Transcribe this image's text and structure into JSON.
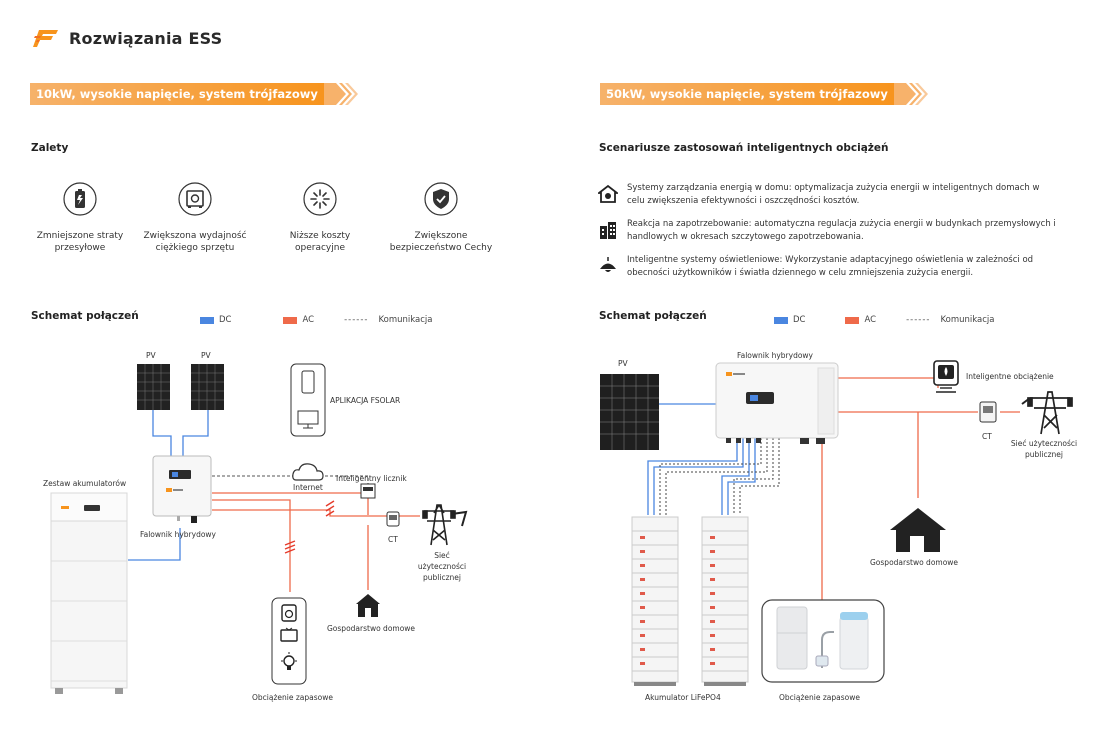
{
  "header": {
    "title": "Rozwiązania ESS",
    "logo_icon": "fsolar-logo-icon",
    "accent_color": "#f7941d"
  },
  "left": {
    "banner": "10kW, wysokie napięcie, system trójfazowy",
    "advantages_title": "Zalety",
    "advantages": [
      {
        "label": "Zmniejszone straty przesyłowe",
        "icon": "battery-icon"
      },
      {
        "label": "Zwiększona wydajność ciężkiego sprzętu",
        "icon": "safe-icon"
      },
      {
        "label": "Niższe koszty operacyjne",
        "icon": "spark-icon"
      },
      {
        "label": "Zwiększone bezpieczeństwo Cechy",
        "icon": "shield-icon"
      }
    ],
    "schema_title": "Schemat połączeń",
    "legend": {
      "dc": "DC",
      "ac": "AC",
      "comm": "Komunikacja"
    },
    "labels": {
      "pv1": "PV",
      "pv2": "PV",
      "app": "APLIKACJA FSOLAR",
      "internet": "Internet",
      "meter": "Inteligentny licznik",
      "battery": "Zestaw akumulatorów",
      "inverter": "Falownik hybrydowy",
      "ct": "CT",
      "grid": "Sieć użyteczności publicznej",
      "home": "Gospodarstwo domowe",
      "backup": "Obciążenie zapasowe"
    }
  },
  "right": {
    "banner": "50kW, wysokie napięcie, system trójfazowy",
    "scenarios_title": "Scenariusze zastosowań inteligentnych obciążeń",
    "scenarios": [
      {
        "label": "Systemy zarządzania energią w domu:  optymalizacja zużycia energii w inteligentnych domach w celu zwiększenia efektywności i oszczędności kosztów.",
        "icon": "home-energy-icon"
      },
      {
        "label": "Reakcja na zapotrzebowanie:  automatyczna regulacja zużycia energii w budynkach przemysłowych i handlowych w okresach szczytowego zapotrzebowania.",
        "icon": "building-icon"
      },
      {
        "label": "Inteligentne systemy oświetleniowe:  Wykorzystanie adaptacyjnego oświetlenia w zależności od obecności użytkowników i światła dziennego w celu zmniejszenia zużycia energii.",
        "icon": "ceiling-lamp-icon"
      }
    ],
    "schema_title": "Schemat połączeń",
    "legend": {
      "dc": "DC",
      "ac": "AC",
      "comm": "Komunikacja"
    },
    "labels": {
      "pv": "PV",
      "inverter": "Falownik hybrydowy",
      "smart_load": "Inteligentne obciążenie",
      "ct": "CT",
      "grid": "Sieć użyteczności publicznej",
      "home": "Gospodarstwo domowe",
      "battery": "Akumulator LiFePO4",
      "backup": "Obciążenie zapasowe"
    }
  },
  "colors": {
    "dc": "#4a86e0",
    "ac": "#ef6a4a",
    "comm": "#555555",
    "accent": "#f7941d"
  }
}
